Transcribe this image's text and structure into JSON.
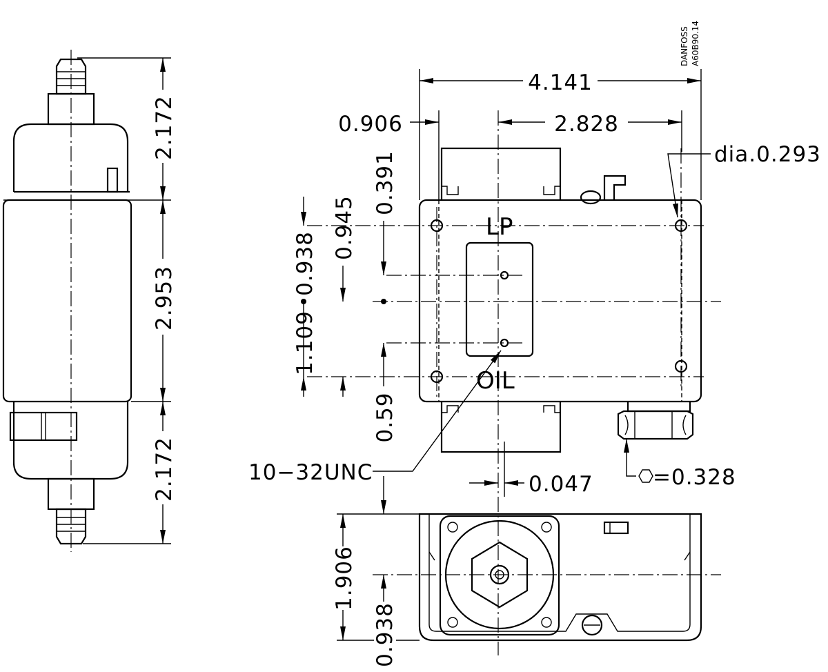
{
  "logo": {
    "line1": "DANFOSS",
    "line2": "A60B90.14"
  },
  "dimensions": {
    "side_top": "2.172",
    "side_mid": "2.953",
    "side_bottom": "2.172",
    "overall_width": "4.141",
    "left_offset": "0.906",
    "hole_spacing": "2.828",
    "hole_diameter": "dia.0.293",
    "d_0391": "0.391",
    "d_0945": "0.945",
    "d_0938": "0.938",
    "d_1109": "1.109",
    "d_059": "0.59",
    "thread": "10−32UNC",
    "d_0047": "0.047",
    "hex_size": "=0.328",
    "bottom_height": "1.906",
    "bottom_center": "0.938"
  },
  "labels": {
    "lp": "LP",
    "oil": "OIL"
  }
}
